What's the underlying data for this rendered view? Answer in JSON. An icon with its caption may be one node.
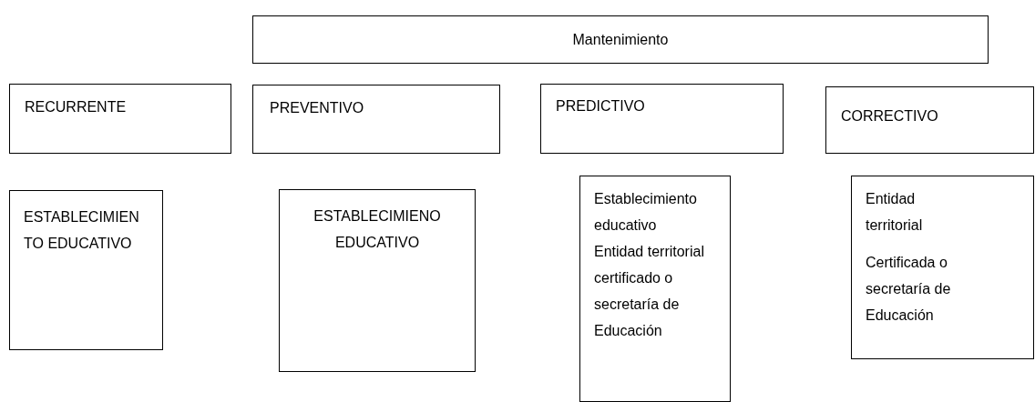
{
  "diagram": {
    "nodes": [
      {
        "text": [
          "Mantenimiento"
        ]
      },
      {
        "text": [
          "RECURRENTE"
        ]
      },
      {
        "text": [
          "PREVENTIVO"
        ]
      },
      {
        "text": [
          "PREDICTIVO"
        ]
      },
      {
        "text": [
          "CORRECTIVO"
        ]
      },
      {
        "text": [
          "ESTABLECIMIEN TO EDUCATIVO"
        ]
      },
      {
        "text": [
          "ESTABLECIMIENO EDUCATIVO"
        ]
      },
      {
        "text": [
          "Establecimiento educativo",
          "Entidad territorial certificado o secretaría de Educación"
        ]
      },
      {
        "text": [
          "Entidad territorial",
          "Certificada o secretaría de Educación"
        ]
      }
    ]
  }
}
